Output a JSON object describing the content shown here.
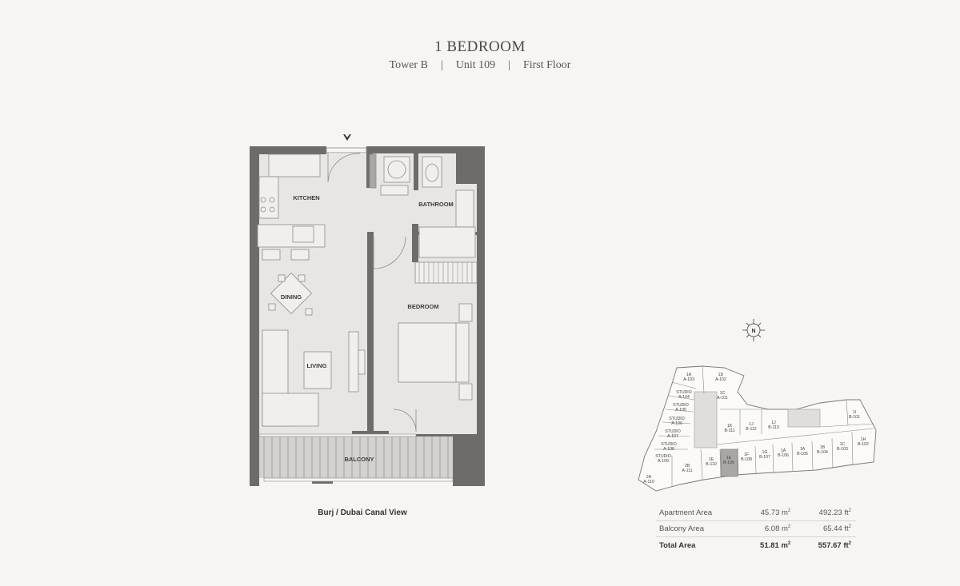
{
  "header": {
    "title": "1 BEDROOM",
    "tower": "Tower B",
    "unit": "Unit 109",
    "floor": "First Floor",
    "separator": "|"
  },
  "rooms": {
    "kitchen": "KITCHEN",
    "bathroom": "BATHROOM",
    "dining": "DINING",
    "bedroom": "BEDROOM",
    "living": "LIVING",
    "balcony": "BALCONY"
  },
  "view_caption": "Burj / Dubai Canal View",
  "compass": {
    "label": "N"
  },
  "keyplan": {
    "units": [
      {
        "type": "1A",
        "code": "A-103"
      },
      {
        "type": "1D",
        "code": "A-102"
      },
      {
        "type": "1C",
        "code": "A-101"
      },
      {
        "type": "STUDIO",
        "code": "A-104"
      },
      {
        "type": "STUDIO",
        "code": "A-105"
      },
      {
        "type": "STUDIO",
        "code": "A-106"
      },
      {
        "type": "STUDIO",
        "code": "A-107"
      },
      {
        "type": "STUDIO",
        "code": "A-108"
      },
      {
        "type": "STUDIO",
        "code": "A-109"
      },
      {
        "type": "2A",
        "code": "A-110"
      },
      {
        "type": "2B",
        "code": "A-111"
      },
      {
        "type": "1E",
        "code": "B-110"
      },
      {
        "type": "1E",
        "code": "B-109"
      },
      {
        "type": "1F",
        "code": "B-108"
      },
      {
        "type": "1G",
        "code": "B-107"
      },
      {
        "type": "1A",
        "code": "B-106"
      },
      {
        "type": "1A",
        "code": "B-105"
      },
      {
        "type": "1B",
        "code": "B-104"
      },
      {
        "type": "1C",
        "code": "B-103"
      },
      {
        "type": "1H",
        "code": "B-102"
      },
      {
        "type": "1K",
        "code": "B-111"
      },
      {
        "type": "1J",
        "code": "B-112"
      },
      {
        "type": "1J",
        "code": "B-113"
      },
      {
        "type": "1I",
        "code": "B-101"
      }
    ],
    "highlight_code": "B-109"
  },
  "areas": {
    "rows": [
      {
        "label": "Apartment Area",
        "sqm": "45.73 m",
        "sqft": "492.23 ft"
      },
      {
        "label": "Balcony Area",
        "sqm": "6.08 m",
        "sqft": "65.44 ft"
      }
    ],
    "total": {
      "label": "Total Area",
      "sqm": "51.81 m",
      "sqft": "557.67 ft"
    },
    "sq": "2"
  },
  "colors": {
    "wall": "#6e6c6a",
    "floor": "#e8e6e3",
    "background": "#f7f5f1",
    "highlight": "#a9a7a4",
    "furniture_line": "#8d8b88"
  }
}
